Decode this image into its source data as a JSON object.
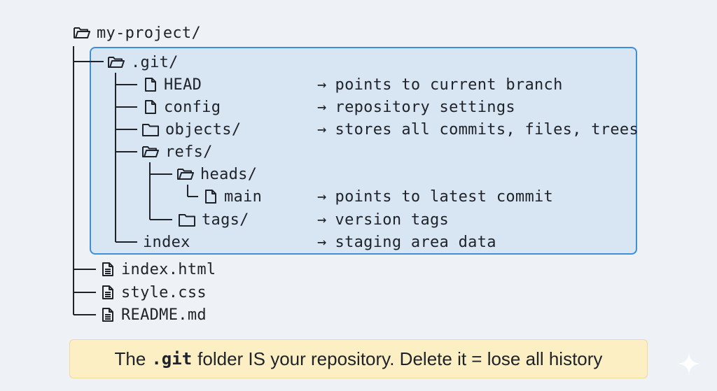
{
  "root": {
    "name": "my-project/",
    "icon": "folder-open-icon"
  },
  "git": {
    "name": ".git/",
    "icon": "folder-open-icon",
    "children": {
      "head": {
        "name": "HEAD",
        "icon": "file-icon",
        "arrow": "→",
        "desc": "points to current branch"
      },
      "config": {
        "name": "config",
        "icon": "file-icon",
        "arrow": "→",
        "desc": "repository settings"
      },
      "objects": {
        "name": "objects/",
        "icon": "folder-icon",
        "arrow": "→",
        "desc": "stores all commits, files, trees"
      },
      "refs": {
        "name": "refs/",
        "icon": "folder-open-icon"
      },
      "heads": {
        "name": "heads/",
        "icon": "folder-open-icon"
      },
      "main": {
        "name": "main",
        "icon": "file-icon",
        "arrow": "→",
        "desc": "points to latest commit"
      },
      "tags": {
        "name": "tags/",
        "icon": "folder-icon",
        "arrow": "→",
        "desc": "version tags"
      },
      "index": {
        "name": "index",
        "arrow": "→",
        "desc": "staging area data"
      }
    }
  },
  "files": [
    {
      "name": "index.html",
      "icon": "file-text-icon"
    },
    {
      "name": "style.css",
      "icon": "file-text-icon"
    },
    {
      "name": "README.md",
      "icon": "file-text-icon"
    }
  ],
  "banner": {
    "prefix": "The",
    "code": ".git",
    "suffix": "folder IS your repository. Delete it = lose all history"
  },
  "colors": {
    "background": "#eef1f6",
    "git_box_fill": "#d8e6f4",
    "git_box_border": "#3f8fd6",
    "banner_fill": "#fbefc3",
    "banner_border": "#eedc98"
  }
}
